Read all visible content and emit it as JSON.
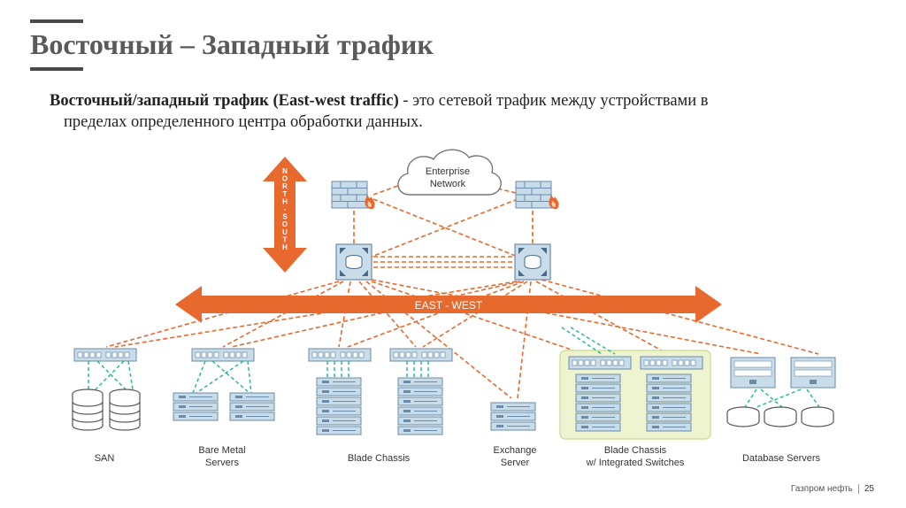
{
  "slide": {
    "title": "Восточный – Западный трафик",
    "desc_term": "Восточный/западный трафик (East-west traffic)",
    "desc_rest": "- это сетевой трафик между устройствами в",
    "desc_line2": "пределах определенного центра обработки данных."
  },
  "diagram": {
    "cloud_label_1": "Enterprise",
    "cloud_label_2": "Network",
    "ns_letters": [
      "N",
      "O",
      "R",
      "T",
      "H",
      "-",
      "S",
      "O",
      "U",
      "T",
      "H"
    ],
    "ew_label": "EAST - WEST",
    "groups": [
      {
        "lines": [
          "SAN"
        ]
      },
      {
        "lines": [
          "Bare Metal",
          "Servers"
        ]
      },
      {
        "lines": [
          "Blade Chassis"
        ]
      },
      {
        "lines": [
          "Exchange",
          "Server"
        ]
      },
      {
        "lines": [
          "Blade Chassis",
          "w/ Integrated Switches"
        ]
      },
      {
        "lines": [
          "Database Servers"
        ]
      }
    ],
    "colors": {
      "orange": "#e8692d",
      "teal": "#2bb8a0",
      "device_blue": "#c8dcea",
      "device_stroke": "#6a8ca8",
      "highlight_bg": "#eef4cf",
      "highlight_border": "#c9d98a"
    }
  },
  "footer": {
    "company": "Газпром нефть",
    "page": "25"
  }
}
